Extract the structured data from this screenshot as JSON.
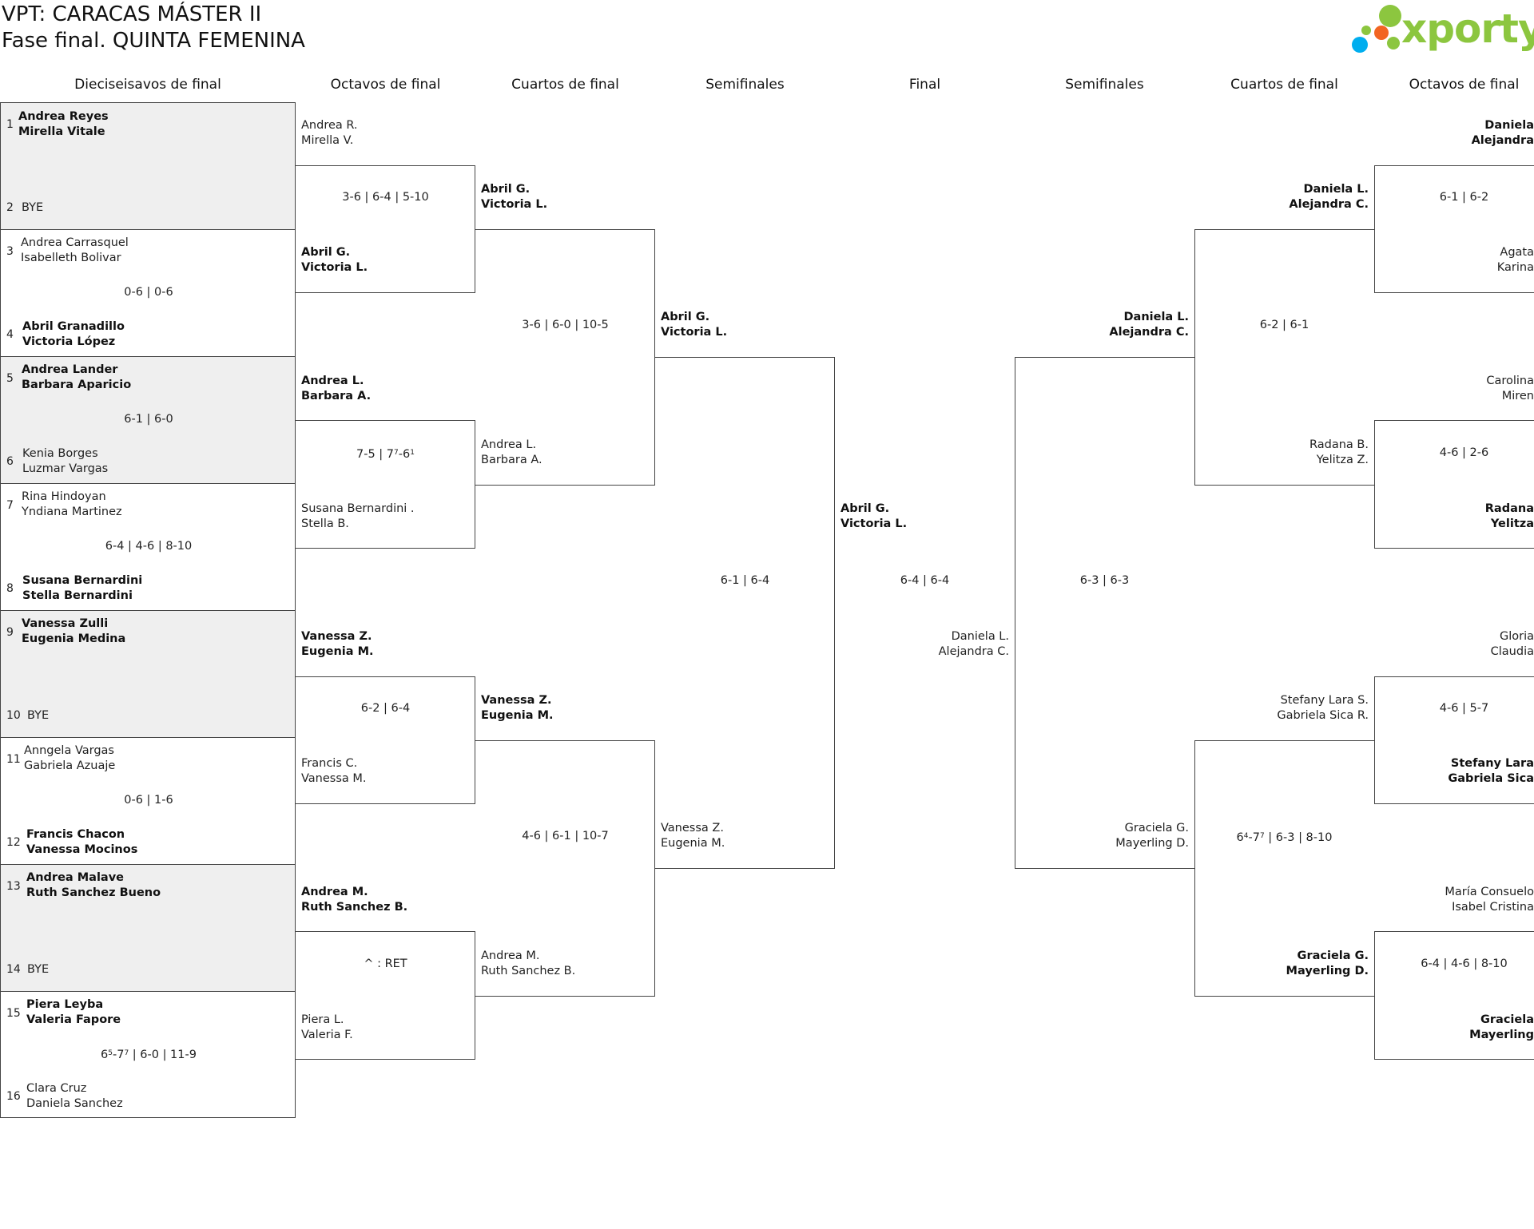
{
  "title": {
    "line1": "VPT: CARACAS MÁSTER II",
    "line2": "Fase final. QUINTA FEMENINA"
  },
  "logo": {
    "text": "xporty",
    "colors": [
      "#8cc63f",
      "#f26522",
      "#00aeef"
    ]
  },
  "columns": {
    "r32": "Dieciseisavos de final",
    "r16": "Octavos de final",
    "qf": "Cuartos de final",
    "sf": "Semifinales",
    "final": "Final",
    "sf_right": "Semifinales",
    "qf_right": "Cuartos de final",
    "r16_right": "Octavos de final"
  },
  "r32": {
    "seeds": [
      "1",
      "2",
      "3",
      "4",
      "5",
      "6",
      "7",
      "8",
      "9",
      "10",
      "11",
      "12",
      "13",
      "14",
      "15",
      "16"
    ],
    "m1": {
      "a1": "Andrea Reyes",
      "a2": "Mirella Vitale",
      "b1": "BYE"
    },
    "m2": {
      "a1": "Andrea Carrasquel",
      "a2": "Isabelleth Bolivar",
      "score": "0-6 | 0-6",
      "b1": "Abril Granadillo",
      "b2": "Victoria López"
    },
    "m3": {
      "a1": "Andrea Lander",
      "a2": "Barbara Aparicio",
      "score": "6-1 | 6-0",
      "b1": "Kenia Borges",
      "b2": "Luzmar Vargas"
    },
    "m4": {
      "a1": "Rina Hindoyan",
      "a2": "Yndiana Martinez",
      "score": "6-4 | 4-6 | 8-10",
      "b1": "Susana Bernardini",
      "b2": "Stella Bernardini"
    },
    "m5": {
      "a1": "Vanessa Zulli",
      "a2": "Eugenia Medina",
      "b1": "BYE"
    },
    "m6": {
      "a1": "Anngela Vargas",
      "a2": "Gabriela Azuaje",
      "score": "0-6 | 1-6",
      "b1": "Francis Chacon",
      "b2": "Vanessa Mocinos"
    },
    "m7": {
      "a1": "Andrea Malave",
      "a2": "Ruth Sanchez Bueno",
      "b1": "BYE"
    },
    "m8": {
      "a1": "Piera Leyba",
      "a2": "Valeria Fapore",
      "score_g1": "6",
      "score_g1_tb": "5",
      "score_g2": "-7",
      "score_g2_tb": "7",
      "score_rest": " | 6-0 | 11-9",
      "b1": "Clara Cruz",
      "b2": "Daniela Sanchez"
    }
  },
  "r16": {
    "m1": {
      "a1": "Andrea R.",
      "a2": "Mirella V.",
      "score": "3-6 | 6-4 | 5-10",
      "b1": "Abril G.",
      "b2": "Victoria L."
    },
    "m2": {
      "a1": "Andrea L.",
      "a2": "Barbara A.",
      "score_p1": "7-5 | 7",
      "score_tb1": "7",
      "score_p2": "-6",
      "score_tb2": "1",
      "b1": "Susana Bernardini .",
      "b2": "Stella B."
    },
    "m3": {
      "a1": "Vanessa Z.",
      "a2": "Eugenia M.",
      "score": "6-2 | 6-4",
      "b1": "Francis C.",
      "b2": "Vanessa M."
    },
    "m4": {
      "a1": "Andrea M.",
      "a2": "Ruth Sanchez B.",
      "score": "^ : RET",
      "b1": "Piera L.",
      "b2": "Valeria F."
    }
  },
  "qf": {
    "m1": {
      "a1": "Abril G.",
      "a2": "Victoria L.",
      "score": "3-6 | 6-0 | 10-5",
      "b1": "Andrea L.",
      "b2": "Barbara A."
    },
    "m2": {
      "a1": "Vanessa Z.",
      "a2": "Eugenia M.",
      "score": "4-6 | 6-1 | 10-7",
      "b1": "Andrea M.",
      "b2": "Ruth Sanchez B."
    }
  },
  "sf": {
    "m1": {
      "a1": "Abril G.",
      "a2": "Victoria L.",
      "score": "6-1 | 6-4",
      "b1": "Vanessa Z.",
      "b2": "Eugenia M."
    }
  },
  "final": {
    "a1": "Abril G.",
    "a2": "Victoria L.",
    "score": "6-4 | 6-4",
    "b1": "Daniela L.",
    "b2": "Alejandra C."
  },
  "sf_right": {
    "m1": {
      "a1": "Daniela L.",
      "a2": "Alejandra C.",
      "score": "6-3 | 6-3",
      "b1": "Graciela G.",
      "b2": "Mayerling D."
    }
  },
  "qf_right": {
    "m1": {
      "a1": "Daniela L.",
      "a2": "Alejandra C.",
      "score": "6-2 | 6-1",
      "b1": "Radana B.",
      "b2": "Yelitza Z."
    },
    "m2": {
      "a1": "Stefany Lara S.",
      "a2": "Gabriela Sica R.",
      "score_p1": "6",
      "score_tb1": "4",
      "score_p2": "-7",
      "score_tb2": "7",
      "score_rest": " | 6-3 | 8-10",
      "b1": "Graciela G.",
      "b2": "Mayerling D."
    }
  },
  "r16_right": {
    "m1": {
      "a1": "Daniela",
      "a2": "Alejandra",
      "score": "6-1 | 6-2",
      "b1": "Agata",
      "b2": "Karina"
    },
    "m2": {
      "a1": "Carolina",
      "a2": "Miren",
      "score": "4-6 | 2-6",
      "b1": "Radana",
      "b2": "Yelitza"
    },
    "m3": {
      "a1": "Gloria",
      "a2": "Claudia",
      "score": "4-6 | 5-7",
      "b1": "Stefany Lara",
      "b2": "Gabriela Sica"
    },
    "m4": {
      "a1": "María Consuelo",
      "a2": "Isabel Cristina",
      "score": "6-4 | 4-6 | 8-10",
      "b1": "Graciela",
      "b2": "Mayerling"
    }
  }
}
